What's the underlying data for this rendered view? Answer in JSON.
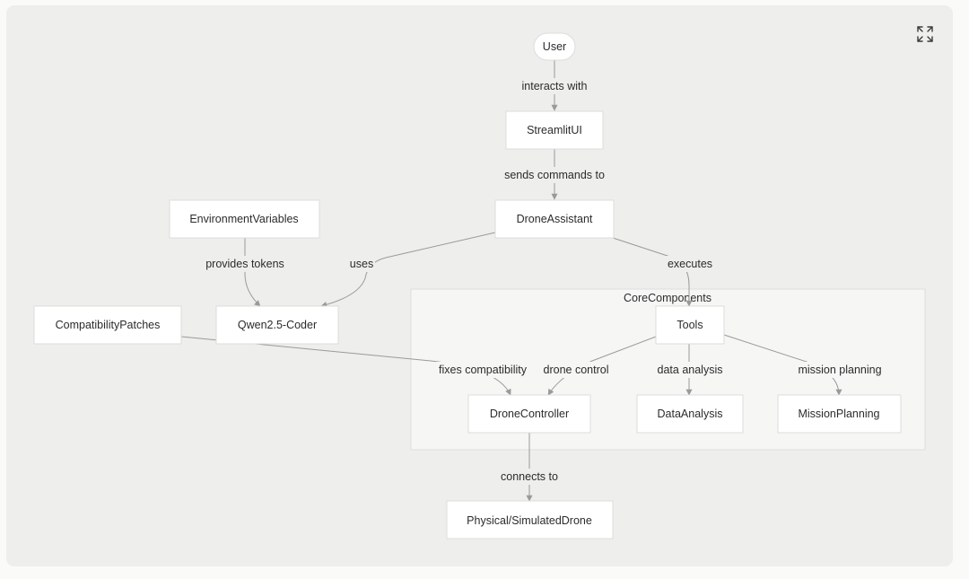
{
  "nodes": {
    "user": "User",
    "streamlit_ui": "StreamlitUI",
    "drone_assistant": "DroneAssistant",
    "environment_variables": "EnvironmentVariables",
    "qwen_coder": "Qwen2.5-Coder",
    "compatibility_patches": "CompatibilityPatches",
    "tools": "Tools",
    "drone_controller": "DroneController",
    "data_analysis": "DataAnalysis",
    "mission_planning": "MissionPlanning",
    "physical_drone": "Physical/SimulatedDrone"
  },
  "groups": {
    "core_components": "CoreComponents"
  },
  "edges": {
    "user_streamlit": "interacts with",
    "streamlit_assistant": "sends commands to",
    "env_qwen": "provides tokens",
    "assistant_qwen": "uses",
    "assistant_tools": "executes",
    "patches_controller": "fixes compatibility",
    "tools_controller": "drone control",
    "tools_analysis": "data analysis",
    "tools_mission": "mission planning",
    "controller_drone": "connects to"
  },
  "toolbar": {
    "expand_icon": "expand-icon"
  },
  "colors": {
    "panel_bg": "#eeeeec",
    "group_bg": "#f6f6f5",
    "node_bg": "#ffffff",
    "edge": "#9a9a9a"
  }
}
